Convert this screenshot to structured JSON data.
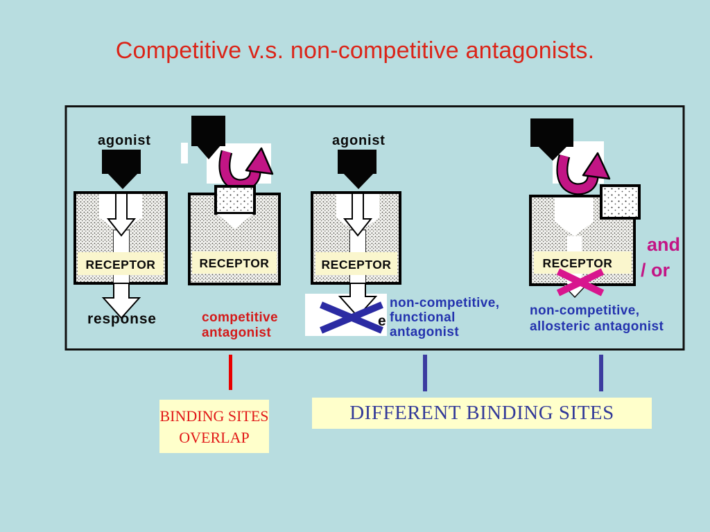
{
  "slide": {
    "title": "Competitive v.s. non-competitive antagonists."
  },
  "diagrams": {
    "agonist_response": {
      "agonist": "agonist",
      "receptor": "RECEPTOR",
      "response": "response"
    },
    "competitive": {
      "receptor": "RECEPTOR",
      "caption": "competitive\nantagonist"
    },
    "functional": {
      "agonist": "agonist",
      "receptor": "RECEPTOR",
      "caption": "non-competitive,\nfunctional\nantagonist",
      "hidden_response_letter": "e"
    },
    "allosteric": {
      "receptor": "RECEPTOR",
      "caption": "non-competitive,\nallosteric antagonist",
      "conjunction_and": "and",
      "conjunction_or": "/ or"
    }
  },
  "grouping": {
    "overlap_label": "BINDING SITES\nOVERLAP",
    "different_label": "DIFFERENT BINDING SITES"
  },
  "colors": {
    "background": "#B8DDE0",
    "title_red": "#DB2418",
    "caption_red": "#D31A1A",
    "caption_blue": "#2433AE",
    "serif_blue": "#333A99",
    "serif_red": "#E11818",
    "magenta": "#C21585",
    "magenta_x": "#D8158E",
    "blocked_x_blue": "#2B2BA3",
    "pale_yellow_box": "#FFFFCB",
    "receptor_band_yellow": "#FAF6CD",
    "connector_red": "#E80000",
    "connector_blue": "#3C3CA0"
  }
}
